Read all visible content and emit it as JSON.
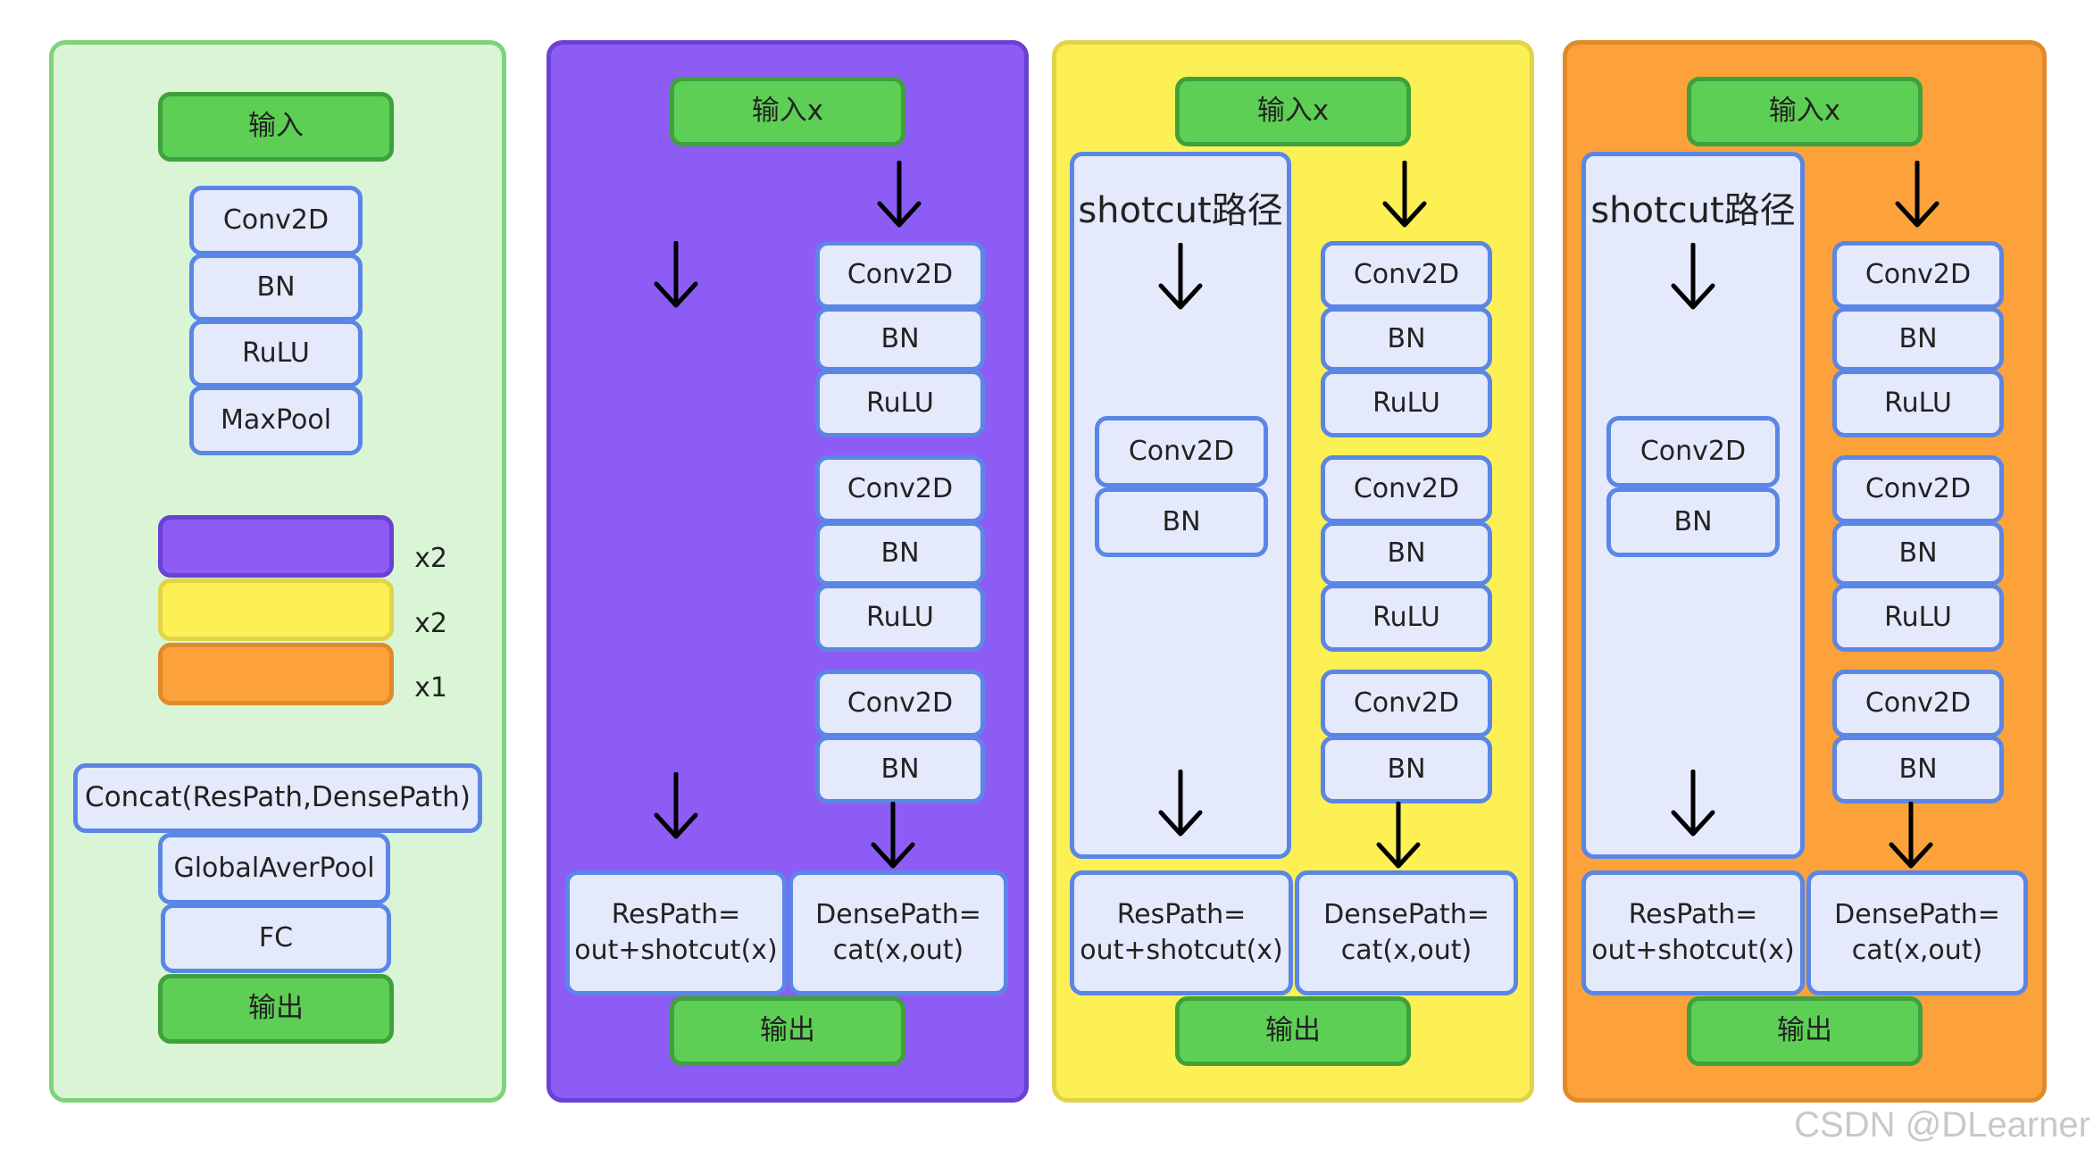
{
  "colors": {
    "panel_overview_bg": "#d9f5d6",
    "panel_overview_border": "#7fd27a",
    "panel_purple_bg": "#8d5cf5",
    "panel_purple_border": "#6b40d4",
    "panel_yellow_bg": "#fdf055",
    "panel_yellow_border": "#e0d44a",
    "panel_orange_bg": "#fda23a",
    "panel_orange_border": "#e08a2a",
    "node_bg": "#e4eafb",
    "node_border": "#5a86e6",
    "green_bg": "#5ecf55",
    "green_border": "#3ea13b"
  },
  "overview": {
    "input_label": "输入",
    "stem": [
      "Conv2D",
      "BN",
      "RuLU",
      "MaxPool"
    ],
    "blocks": [
      {
        "color": "purple",
        "repeat": "x2"
      },
      {
        "color": "yellow",
        "repeat": "x2"
      },
      {
        "color": "orange",
        "repeat": "x1"
      }
    ],
    "head": [
      "Concat(ResPath,DensePath)",
      "GlobalAverPool",
      "FC"
    ],
    "output_label": "输出"
  },
  "purple_block": {
    "input_label": "输入x",
    "dense_stack": [
      "Conv2D",
      "BN",
      "RuLU",
      "Conv2D",
      "BN",
      "RuLU",
      "Conv2D",
      "BN"
    ],
    "res_path": "ResPath=\nout+shotcut(x)",
    "dense_path": "DensePath=\ncat(x,out)",
    "output_label": "输出"
  },
  "yellow_block": {
    "input_label": "输入x",
    "shortcut_title": "shotcut路径",
    "shortcut_stack": [
      "Conv2D",
      "BN"
    ],
    "dense_stack": [
      "Conv2D",
      "BN",
      "RuLU",
      "Conv2D",
      "BN",
      "RuLU",
      "Conv2D",
      "BN"
    ],
    "res_path": "ResPath=\nout+shotcut(x)",
    "dense_path": "DensePath=\ncat(x,out)",
    "output_label": "输出"
  },
  "orange_block": {
    "input_label": "输入x",
    "shortcut_title": "shotcut路径",
    "shortcut_stack": [
      "Conv2D",
      "BN"
    ],
    "dense_stack": [
      "Conv2D",
      "BN",
      "RuLU",
      "Conv2D",
      "BN",
      "RuLU",
      "Conv2D",
      "BN"
    ],
    "res_path": "ResPath=\nout+shotcut(x)",
    "dense_path": "DensePath=\ncat(x,out)",
    "output_label": "输出"
  },
  "watermark": "CSDN @DLearner"
}
